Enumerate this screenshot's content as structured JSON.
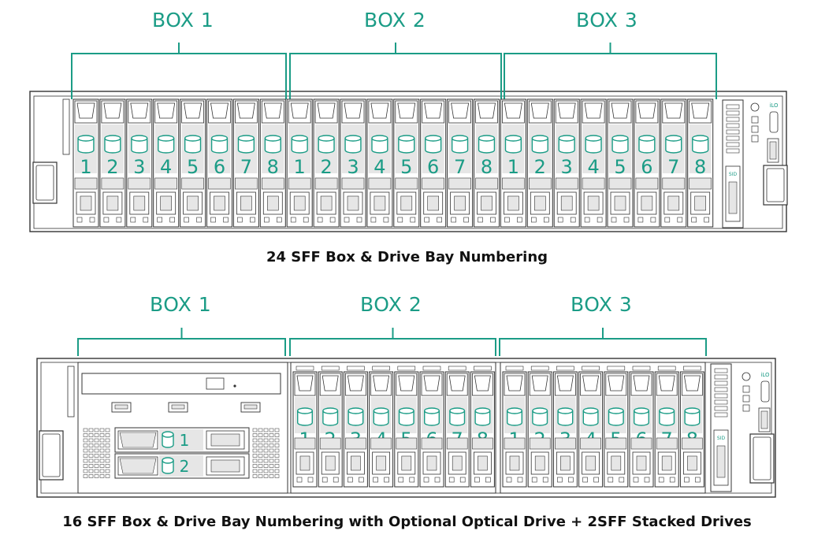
{
  "colors": {
    "accent": "#1b9c86",
    "outline": "#333333",
    "face": "#e6e6e6",
    "caption": "#111111"
  },
  "top_server": {
    "boxes": [
      {
        "label": "BOX 1",
        "bays": [
          "1",
          "2",
          "3",
          "4",
          "5",
          "6",
          "7",
          "8"
        ]
      },
      {
        "label": "BOX 2",
        "bays": [
          "1",
          "2",
          "3",
          "4",
          "5",
          "6",
          "7",
          "8"
        ]
      },
      {
        "label": "BOX 3",
        "bays": [
          "1",
          "2",
          "3",
          "4",
          "5",
          "6",
          "7",
          "8"
        ]
      }
    ],
    "sid_label": "SID",
    "ilo_label": "iLO",
    "caption": "24 SFF Box & Drive Bay Numbering"
  },
  "bottom_server": {
    "boxes": [
      {
        "label": "BOX 1",
        "bays": [
          "1",
          "2"
        ]
      },
      {
        "label": "BOX 2",
        "bays": [
          "1",
          "2",
          "3",
          "4",
          "5",
          "6",
          "7",
          "8"
        ]
      },
      {
        "label": "BOX 3",
        "bays": [
          "1",
          "2",
          "3",
          "4",
          "5",
          "6",
          "7",
          "8"
        ]
      }
    ],
    "sid_label": "SID",
    "ilo_label": "iLO",
    "caption": "16 SFF Box & Drive Bay Numbering with Optional Optical Drive + 2SFF Stacked Drives"
  }
}
